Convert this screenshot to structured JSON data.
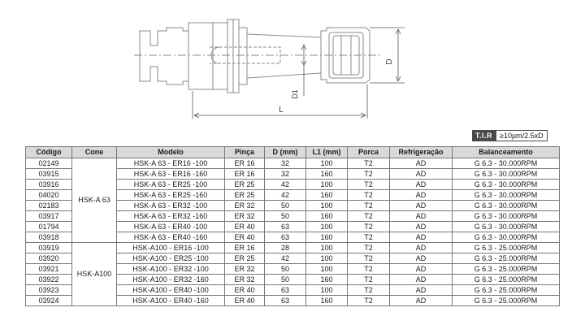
{
  "drawing": {
    "label_d": "D",
    "label_d1": "D1",
    "label_l": "L"
  },
  "tir": {
    "key": "T.I.R",
    "value": "≥10µm/2.5xD"
  },
  "table": {
    "headers": [
      "Código",
      "Cone",
      "Modelo",
      "Pinça",
      "D (mm)",
      "L1 (mm)",
      "Porca",
      "Refrigeração",
      "Balanceamento"
    ],
    "groups": [
      {
        "cone": "HSK-A 63",
        "rows": [
          [
            "02149",
            "HSK-A 63 - ER16 -100",
            "ER 16",
            "32",
            "100",
            "T2",
            "AD",
            "G 6.3 - 30.000RPM"
          ],
          [
            "03915",
            "HSK-A 63 - ER16 -160",
            "ER 16",
            "32",
            "160",
            "T2",
            "AD",
            "G 6.3 - 30.000RPM"
          ],
          [
            "03916",
            "HSK-A 63 - ER25 -100",
            "ER 25",
            "42",
            "100",
            "T2",
            "AD",
            "G 6.3 - 30.000RPM"
          ],
          [
            "04020",
            "HSK-A 63 - ER25 -160",
            "ER 25",
            "42",
            "160",
            "T2",
            "AD",
            "G 6.3 - 30.000RPM"
          ],
          [
            "02183",
            "HSK-A 63 - ER32 -100",
            "ER 32",
            "50",
            "100",
            "T2",
            "AD",
            "G 6.3 - 30.000RPM"
          ],
          [
            "03917",
            "HSK-A 63 - ER32 -160",
            "ER 32",
            "50",
            "160",
            "T2",
            "AD",
            "G 6.3 - 30.000RPM"
          ],
          [
            "01794",
            "HSK-A 63 - ER40 -100",
            "ER 40",
            "63",
            "100",
            "T2",
            "AD",
            "G 6.3 - 30.000RPM"
          ],
          [
            "03918",
            "HSK-A 63 - ER40 -160",
            "ER 40",
            "63",
            "160",
            "T2",
            "AD",
            "G 6.3 - 30.000RPM"
          ]
        ]
      },
      {
        "cone": "HSK-A100",
        "rows": [
          [
            "03919",
            "HSK-A100 - ER16 -100",
            "ER 16",
            "28",
            "100",
            "T2",
            "AD",
            "G 6.3 - 25.000RPM"
          ],
          [
            "03920",
            "HSK-A100 - ER25 -100",
            "ER 25",
            "42",
            "100",
            "T2",
            "AD",
            "G 6.3 - 25.000RPM"
          ],
          [
            "03921",
            "HSK-A100 - ER32 -100",
            "ER 32",
            "50",
            "100",
            "T2",
            "AD",
            "G 6.3 - 25.000RPM"
          ],
          [
            "03922",
            "HSK-A100 - ER32 -160",
            "ER 32",
            "50",
            "160",
            "T2",
            "AD",
            "G 6.3 - 25.000RPM"
          ],
          [
            "03923",
            "HSK-A100 - ER40 -100",
            "ER 40",
            "63",
            "100",
            "T2",
            "AD",
            "G 6.3 - 25.000RPM"
          ],
          [
            "03924",
            "HSK-A100 - ER40 -160",
            "ER 40",
            "63",
            "160",
            "T2",
            "AD",
            "G 6.3 - 25.000RPM"
          ]
        ]
      }
    ]
  }
}
